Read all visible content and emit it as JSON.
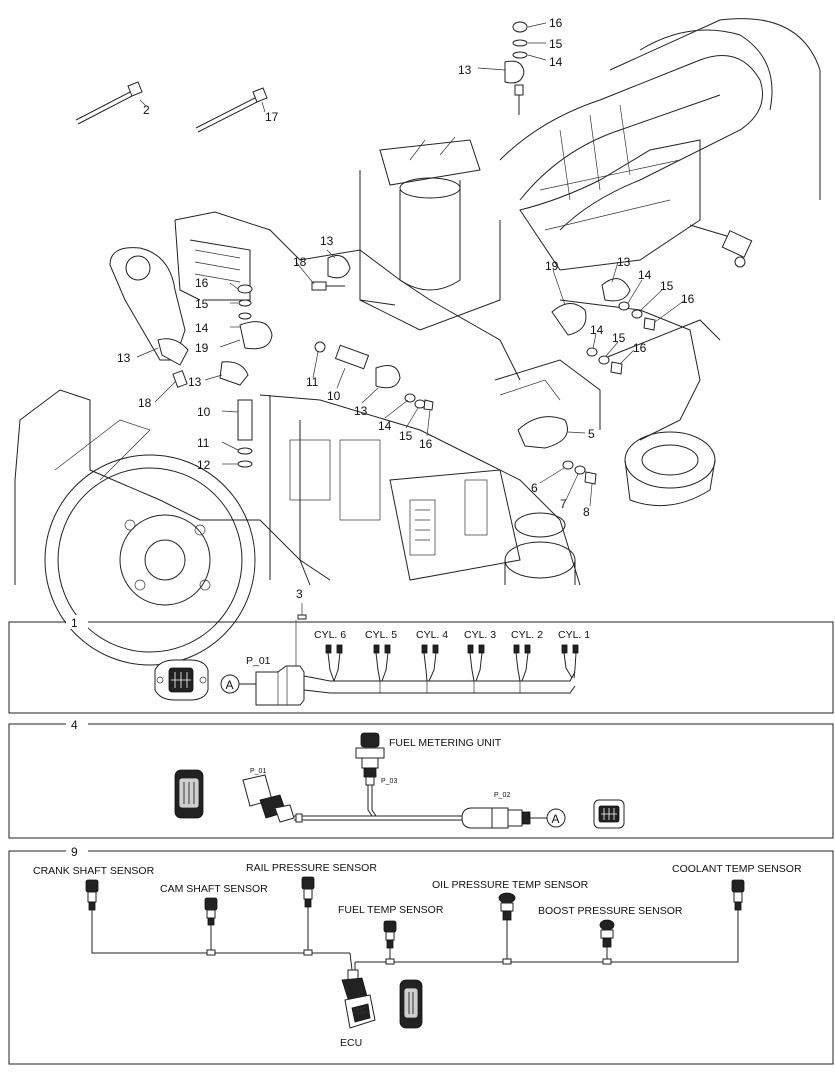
{
  "callouts": {
    "c1": "1",
    "c2": "2",
    "c3": "3",
    "c4": "4",
    "c5": "5",
    "c6": "6",
    "c7": "7",
    "c8": "8",
    "c9": "9",
    "c10": "10",
    "c11": "11",
    "c12": "12",
    "c13": "13",
    "c14": "14",
    "c15": "15",
    "c16": "16",
    "c17": "17",
    "c18": "18",
    "c19": "19"
  },
  "panel1": {
    "connector_label": "P_01",
    "ref_letter": "A",
    "cylinders": [
      "CYL. 6",
      "CYL. 5",
      "CYL. 4",
      "CYL. 3",
      "CYL. 2",
      "CYL. 1"
    ]
  },
  "panel4": {
    "unit_label": "FUEL METERING UNIT",
    "p01": "P_01",
    "p02": "P_02",
    "p03": "P_03",
    "ref_letter": "A"
  },
  "panel9": {
    "sensors": {
      "crank": "CRANK SHAFT SENSOR",
      "cam": "CAM SHAFT SENSOR",
      "rail": "RAIL PRESSURE SENSOR",
      "fuel_temp": "FUEL TEMP SENSOR",
      "oil": "OIL PRESSURE TEMP SENSOR",
      "boost": "BOOST PRESSURE SENSOR",
      "coolant": "COOLANT TEMP SENSOR"
    },
    "ecu": "ECU"
  }
}
